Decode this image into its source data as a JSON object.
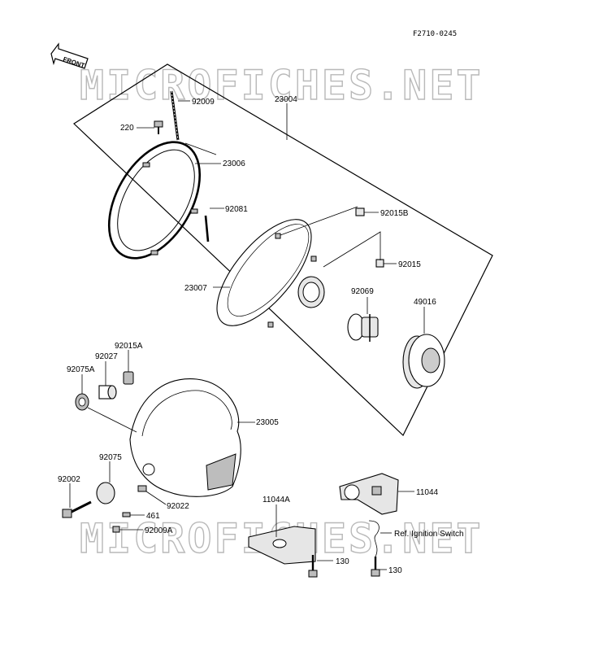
{
  "figure_code": "F2710-0245",
  "front_label": "FRONT",
  "watermark": "MICROFICHES.NET",
  "callouts": {
    "p92009": "92009",
    "p23004": "23004",
    "p220": "220",
    "p23006": "23006",
    "p92015B": "92015B",
    "p92081": "92081",
    "p92015": "92015",
    "p23007": "23007",
    "p92069": "92069",
    "p49016": "49016",
    "p92015A": "92015A",
    "p92027": "92027",
    "p92075A": "92075A",
    "p23005": "23005",
    "p92075": "92075",
    "p92002": "92002",
    "p92022": "92022",
    "p461": "461",
    "p92009A": "92009A",
    "p11044A": "11044A",
    "p11044": "11044",
    "ref_ignition": "Ref. Ignition Switch",
    "p130a": "130",
    "p130b": "130"
  }
}
